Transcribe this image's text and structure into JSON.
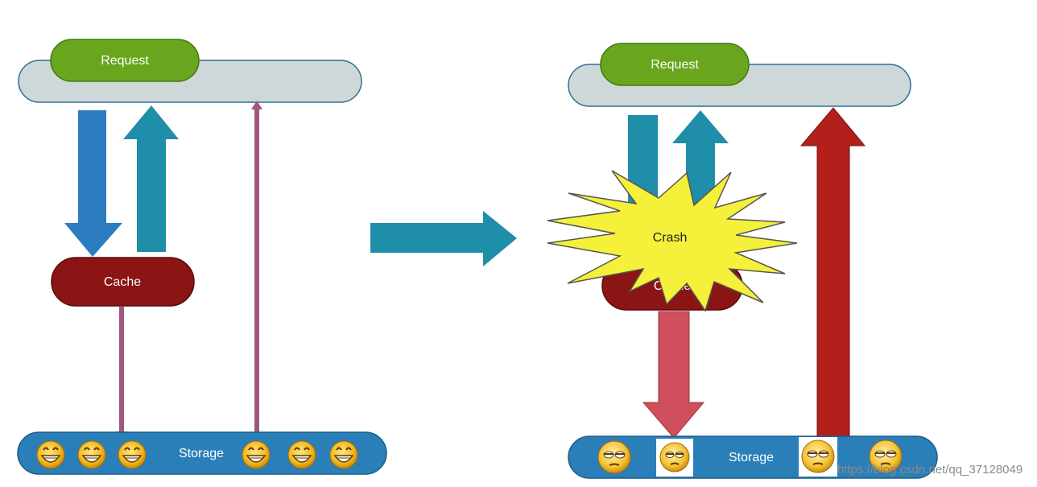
{
  "left": {
    "request_label": "Request",
    "cache_label": "Cache",
    "storage_label": "Storage"
  },
  "right": {
    "request_label": "Request",
    "cache_label": "Cache",
    "crash_label": "Crash",
    "storage_label": "Storage"
  },
  "watermark": "https://blog.csdn.net/qq_37128049",
  "colors": {
    "request_green": "#6aa51e",
    "bar_gray": "#cfd8d8",
    "cache_red": "#8b1414",
    "storage_blue": "#2b7fb8",
    "arrow_blue": "#2b7cc1",
    "arrow_teal": "#1f8ea8",
    "thin_purple": "#a0577f",
    "big_red_arrow": "#b31f1a",
    "pink_arrow": "#cf4f5c",
    "crash_yellow": "#f5f03a"
  },
  "icons": [
    "grin-emoji-icon",
    "cool-emoji-icon",
    "big-arrow-right-icon",
    "crash-burst-icon"
  ]
}
